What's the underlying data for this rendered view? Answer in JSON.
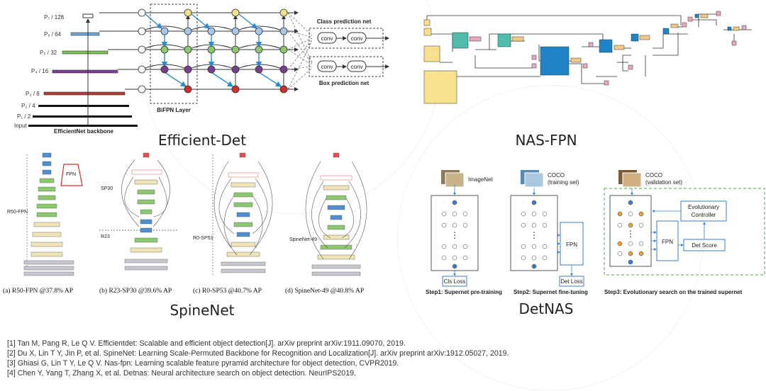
{
  "efficientdet": {
    "title": "Efficient-Det",
    "levels": [
      "P₇ / 128",
      "P₆ / 64",
      "P₅ / 32",
      "P₄ / 16",
      "P₃ / 8",
      "P₂ / 4",
      "P₁ / 2",
      "Input"
    ],
    "backbone_label": "EfficientNet backbone",
    "bifpn_label": "BiFPN Layer",
    "class_net_label": "Class prediction net",
    "box_net_label": "Box prediction net",
    "conv_label": "conv"
  },
  "nasfpn": {
    "title": "NAS-FPN"
  },
  "spinenet": {
    "title": "SpineNet",
    "captions": [
      "(a) R50-FPN @37.8% AP",
      "(b) R23-SP30 @39.6% AP",
      "(c) R0-SP53 @40.7% AP",
      "(d) SpineNet-49 @40.8% AP"
    ],
    "labels": {
      "r50_fpn": "R50-FPN",
      "fpn": "FPN",
      "sp30": "SP30",
      "r23": "R23",
      "r0_sp53": "R0-SP53",
      "spinenet49": "SpineNet-49"
    }
  },
  "detnas": {
    "title": "DetNAS",
    "imagenet": "ImageNet",
    "coco": "COCO",
    "training_set": "(training set)",
    "validation_set": "(validation set)",
    "fpn": "FPN",
    "cls_loss": "Cls Loss",
    "det_loss": "Det Loss",
    "det_score": "Det Score",
    "controller": [
      "Evolutionary",
      "Controller"
    ],
    "steps": [
      "Step1: Supernet pre-training",
      "Step2: Supernet fine-tuning",
      "Step3: Evolutionary search on the trained supernet"
    ]
  },
  "references": [
    "[1] Tan M, Pang R, Le Q V. Efficientdet: Scalable and efficient object detection[J]. arXiv preprint arXiv:1911.09070, 2019.",
    "[2] Du X, Lin T Y, Jin P, et al. SpineNet: Learning Scale-Permuted Backbone for Recognition and Localization[J]. arXiv preprint arXiv:1912.05027, 2019.",
    "[3] Ghiasi G, Lin T Y, Le Q V. Nas-fpn: Learning scalable feature pyramid architecture for object detection, CVPR2019.",
    "[4] Chen Y, Yang T, Zhang X, et al. Detnas: Neural architecture search on object detection. NeurIPS2019."
  ]
}
